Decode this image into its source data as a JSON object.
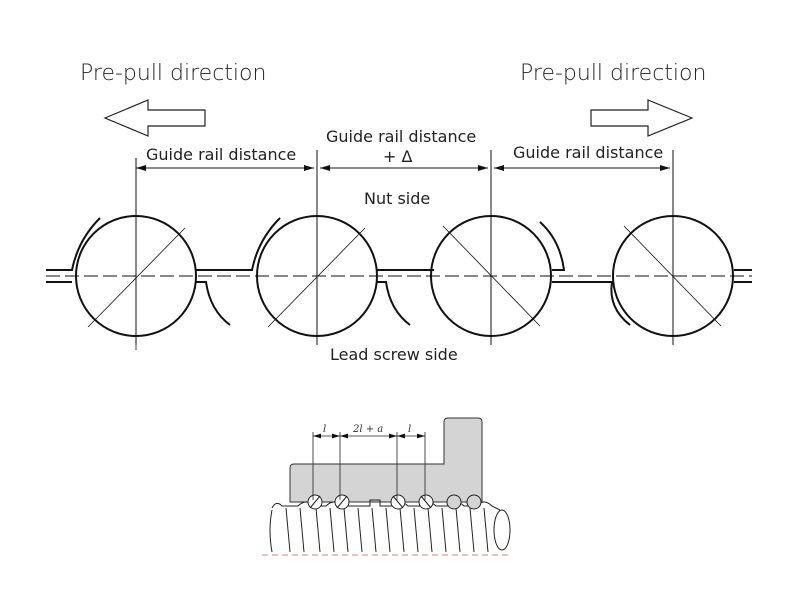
{
  "labels": {
    "prepull_left": "Pre-pull direction",
    "prepull_right": "Pre-pull direction",
    "guide_left": "Guide rail distance",
    "guide_middle_line1": "Guide rail distance",
    "guide_middle_line2": "+ Δ",
    "guide_right": "Guide rail distance",
    "nut_side": "Nut side",
    "lead_screw_side": "Lead screw side"
  },
  "detail": {
    "dim_l_left": "l",
    "dim_middle": "2l + a",
    "dim_l_right": "l"
  },
  "colors": {
    "line": "#111111",
    "nut_fill": "#d4d4d4",
    "axis_dash": "#c06060"
  },
  "balls": {
    "count": 4,
    "diagonal_directions": [
      "up-right",
      "up-right",
      "down-right",
      "down-right"
    ]
  }
}
